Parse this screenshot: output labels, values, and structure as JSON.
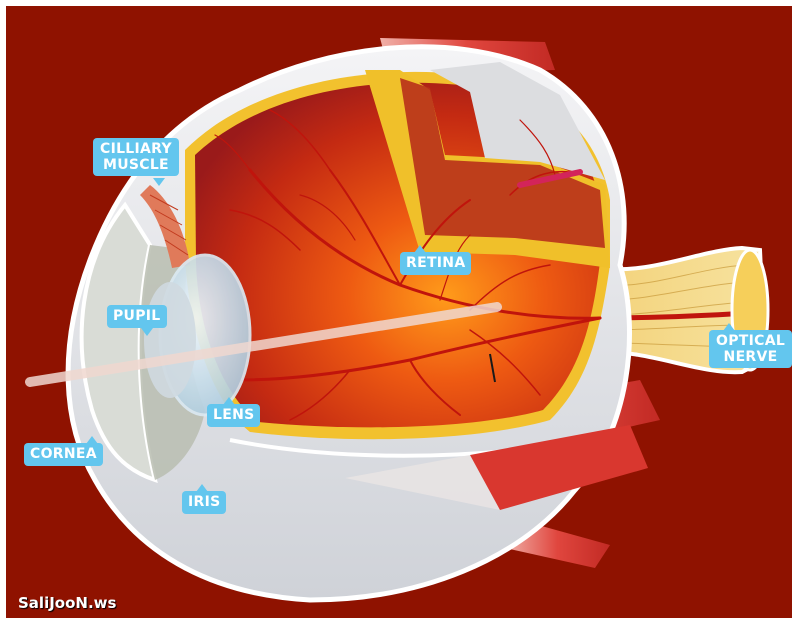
{
  "diagram": {
    "labels": {
      "cilliary_muscle": [
        "CILLIARY",
        "MUSCLE"
      ],
      "retina": "RETINA",
      "pupil": "PUPIL",
      "optical_nerve": [
        "OPTICAL",
        "NERVE"
      ],
      "lens": "LENS",
      "cornea": "CORNEA",
      "iris": "IRIS"
    },
    "watermark": "SaliJooN.ws",
    "colors": {
      "background": "#8f1200",
      "callout": "#63c6ee",
      "sclera": "#e6e6e8",
      "choroid": "#f2c12e",
      "retina_inner": "#d4330d",
      "vessel": "#c0140c",
      "muscle": "#d83a34",
      "nerve": "#f4d068"
    }
  }
}
